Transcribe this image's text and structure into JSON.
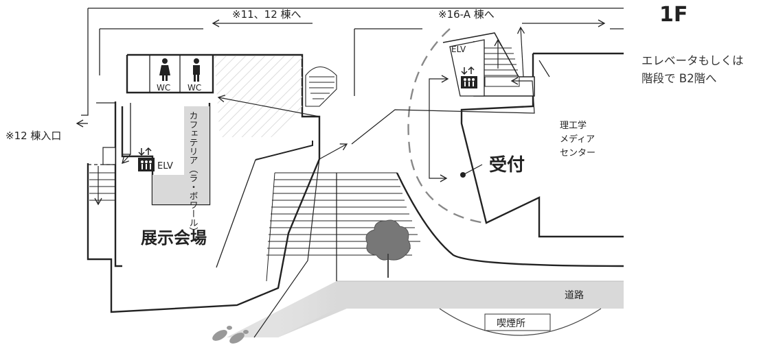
{
  "floor": "1F",
  "instruction": {
    "line1": "エレベータもしくは",
    "line2": "階段で B2階へ"
  },
  "directions": {
    "to_building_11_12": "※11、12 棟へ",
    "to_building_16a": "※16-A 棟へ",
    "building_12_entrance": "※12 棟入口"
  },
  "facilities": {
    "wc_left": "WC",
    "wc_right": "WC",
    "elevator_west": "ELV",
    "elevator_east": "ELV",
    "cafeteria": "カフェテリア（ラ・ボワール）",
    "exhibition_hall": "展示会場",
    "reception": "受付",
    "media_center_line1": "理工学",
    "media_center_line2": "メディア",
    "media_center_line3": "センター",
    "road": "道路",
    "smoking_area": "喫煙所"
  },
  "icons": {
    "restroom_female": "female-restroom-icon",
    "restroom_male": "male-restroom-icon",
    "elevator": "elevator-icon",
    "footprints": "footprints-icon",
    "tree": "tree-icon"
  },
  "colors": {
    "line": "#222222",
    "road": "#d9d9d9",
    "cafeteria_fill": "#d9d9d9",
    "hatch": "#e2e2e2",
    "dashed_boundary": "#888888"
  }
}
